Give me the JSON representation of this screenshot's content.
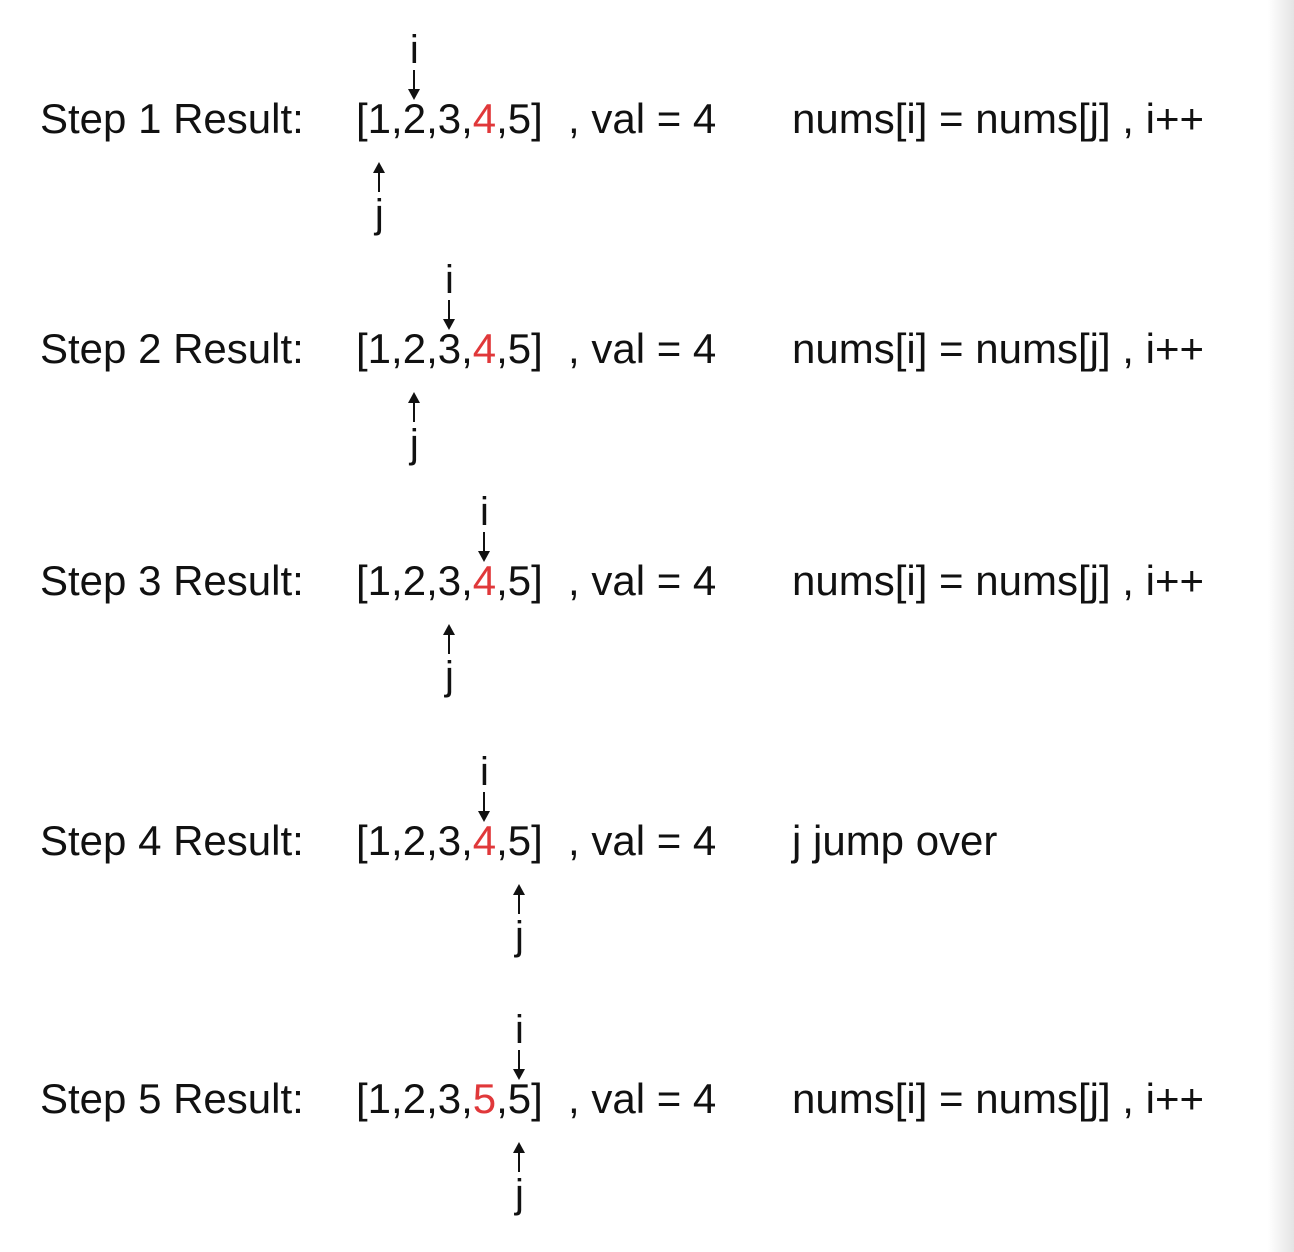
{
  "colors": {
    "text": "#111111",
    "highlight": "#e0383a"
  },
  "pointer_letters": {
    "i": "i",
    "j": "j"
  },
  "steps": [
    {
      "label": "Step 1 Result:",
      "array": [
        "1",
        "2",
        "3",
        "4",
        "5"
      ],
      "highlight_index": 3,
      "tail": ", val = 4",
      "description": "nums[i] = nums[j] , i++",
      "i_index": 1,
      "j_index": 0
    },
    {
      "label": "Step 2 Result:",
      "array": [
        "1",
        "2",
        "3",
        "4",
        "5"
      ],
      "highlight_index": 3,
      "tail": ", val = 4",
      "description": "nums[i] = nums[j] , i++",
      "i_index": 2,
      "j_index": 1
    },
    {
      "label": "Step 3 Result:",
      "array": [
        "1",
        "2",
        "3",
        "4",
        "5"
      ],
      "highlight_index": 3,
      "tail": ", val = 4",
      "description": "nums[i] = nums[j] , i++",
      "i_index": 3,
      "j_index": 2
    },
    {
      "label": "Step 4 Result:",
      "array": [
        "1",
        "2",
        "3",
        "4",
        "5"
      ],
      "highlight_index": 3,
      "tail": ", val = 4",
      "description": "j jump over",
      "i_index": 3,
      "j_index": 4
    },
    {
      "label": "Step 5 Result:",
      "array": [
        "1",
        "2",
        "3",
        "5",
        "5"
      ],
      "highlight_index": 3,
      "tail": ", val = 4",
      "description": "nums[i] = nums[j] , i++",
      "i_index": 4,
      "j_index": 4
    }
  ]
}
